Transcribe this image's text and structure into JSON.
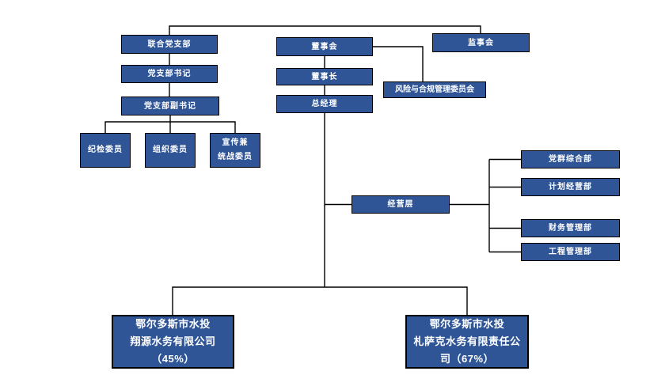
{
  "colors": {
    "box_fill": "#2F5597",
    "box_border": "#000000",
    "line": "#000000",
    "text": "#FFFFFF",
    "background": "#FFFFFF"
  },
  "nodes": {
    "joint_party_branch": {
      "label": "联合党支部"
    },
    "party_branch_secretary": {
      "label": "党支部书记"
    },
    "deputy_party_branch_secretary": {
      "label": "党支部副书记"
    },
    "discipline_inspection_member": {
      "label": "纪检委员"
    },
    "organization_member": {
      "label": "组织委员"
    },
    "publicity_united_front_member": {
      "line1": "宣传兼",
      "line2": "统战委员"
    },
    "board_of_directors": {
      "label": "董事会"
    },
    "chairman": {
      "label": "董事长"
    },
    "general_manager": {
      "label": "总经理"
    },
    "supervisory_board": {
      "label": "监事会"
    },
    "risk_compliance_committee": {
      "label": "风险与合规管理委员会"
    },
    "management_level": {
      "label": "经营层"
    },
    "party_mass_general_dept": {
      "label": "党群综合部"
    },
    "planning_operations_dept": {
      "label": "计划经营部"
    },
    "financial_management_dept": {
      "label": "财务管理部"
    },
    "engineering_management_dept": {
      "label": "工程管理部"
    },
    "xiangyuan_water_company": {
      "line1": "鄂尔多斯市水投",
      "line2": "翔源水务有限公司",
      "line3": "（45%）"
    },
    "zhasake_water_company": {
      "line1": "鄂尔多斯市水投",
      "line2": "札萨克水务有限责任公",
      "line3": "司（67%）"
    }
  }
}
